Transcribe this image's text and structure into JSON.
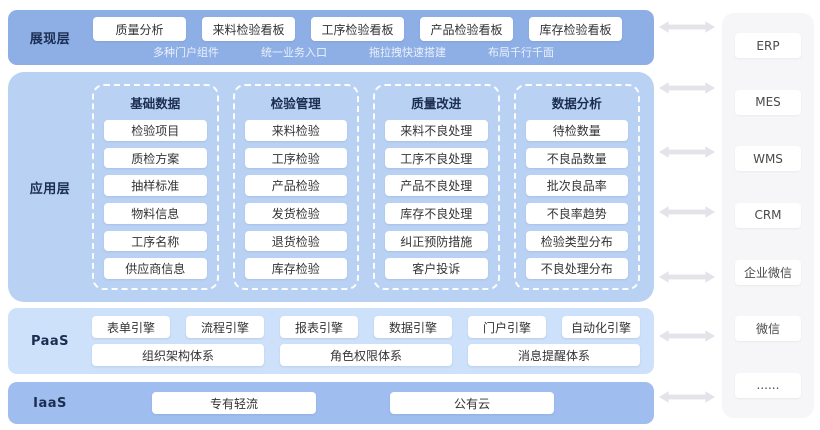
{
  "presentation_layer": {
    "label": "展现层",
    "boards": [
      "质量分析",
      "来料检验看板",
      "工序检验看板",
      "产品检验看板",
      "库存检验看板"
    ],
    "features": [
      "多种门户组件",
      "统一业务入口",
      "拖拉拽快速搭建",
      "布局千行千面"
    ]
  },
  "application_layer": {
    "label": "应用层",
    "columns": [
      {
        "title": "基础数据",
        "items": [
          "检验项目",
          "质检方案",
          "抽样标准",
          "物料信息",
          "工序名称",
          "供应商信息"
        ]
      },
      {
        "title": "检验管理",
        "items": [
          "来料检验",
          "工序检验",
          "产品检验",
          "发货检验",
          "退货检验",
          "库存检验"
        ]
      },
      {
        "title": "质量改进",
        "items": [
          "来料不良处理",
          "工序不良处理",
          "产品不良处理",
          "库存不良处理",
          "纠正预防措施",
          "客户投诉"
        ]
      },
      {
        "title": "数据分析",
        "items": [
          "待检数量",
          "不良品数量",
          "批次良品率",
          "不良率趋势",
          "检验类型分布",
          "不良处理分布"
        ]
      }
    ]
  },
  "paas_layer": {
    "label": "PaaS",
    "engines": [
      "表单引擎",
      "流程引擎",
      "报表引擎",
      "数据引擎",
      "门户引擎",
      "自动化引擎"
    ],
    "systems": [
      "组织架构体系",
      "角色权限体系",
      "消息提醒体系"
    ]
  },
  "iaas_layer": {
    "label": "IaaS",
    "items": [
      "专有轻流",
      "公有云"
    ]
  },
  "integrations": {
    "items": [
      "ERP",
      "MES",
      "WMS",
      "CRM",
      "企业微信",
      "微信",
      "......"
    ]
  },
  "colors": {
    "presentation_band": "#8eafe5",
    "application_band": "#b9d2f4",
    "paas_band": "#cee1fa",
    "iaas_band": "#9fbdef",
    "panel_bg": "#f6f6f8",
    "arrow": "#e3e3ea",
    "heading_text": "#1c2d52"
  }
}
